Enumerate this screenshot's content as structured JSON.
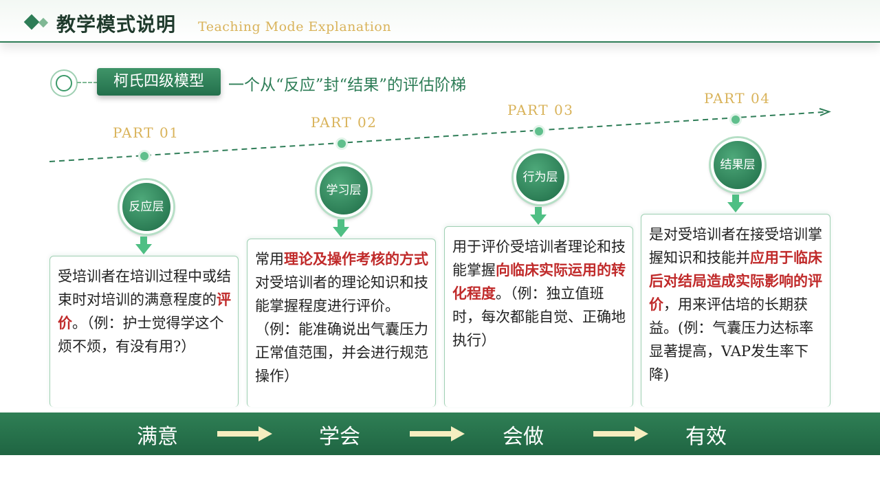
{
  "header": {
    "title": "教学模式说明",
    "subtitle": "Teaching Mode Explanation"
  },
  "model": {
    "name": "柯氏四级模型",
    "description": "一个从“反应”封“结果”的评估阶梯"
  },
  "parts": [
    {
      "label": "PART 01",
      "layer": "反应层",
      "content": [
        {
          "t": "受培训者在培训过程中或结束时对培训的满意程度的",
          "h": false
        },
        {
          "t": "评价",
          "h": true
        },
        {
          "t": "。（例：护士觉得学这个烦不烦，有没有用?）",
          "h": false
        }
      ]
    },
    {
      "label": "PART 02",
      "layer": "学习层",
      "content": [
        {
          "t": "常用",
          "h": false
        },
        {
          "t": "理论及操作考核的方式",
          "h": true
        },
        {
          "t": "对受培训者的理论知识和技能掌握程度进行评价。（例：能准确说出气囊压力正常值范围，并会进行规范操作）",
          "h": false
        }
      ]
    },
    {
      "label": "PART 03",
      "layer": "行为层",
      "content": [
        {
          "t": "用于评价受培训者理论和技能掌握",
          "h": false
        },
        {
          "t": "向临床实际运用的转化程度",
          "h": true
        },
        {
          "t": "。（例：独立值班时，每次都能自觉、正确地执行）",
          "h": false
        }
      ]
    },
    {
      "label": "PART 04",
      "layer": "结果层",
      "content": [
        {
          "t": "是对受培训者在接受培训掌握知识和技能并",
          "h": false
        },
        {
          "t": "应用于临床后对结局造成实际影响的评价",
          "h": true
        },
        {
          "t": "，用来评估培的长期获益。(例：气囊压力达标率显著提高，VAP发生率下降)",
          "h": false
        }
      ]
    }
  ],
  "outcomes": [
    "满意",
    "学会",
    "会做",
    "有效"
  ],
  "colors": {
    "primary_green": "#2e7d57",
    "accent_gold": "#d9b35a",
    "highlight_red": "#c02a2a"
  }
}
